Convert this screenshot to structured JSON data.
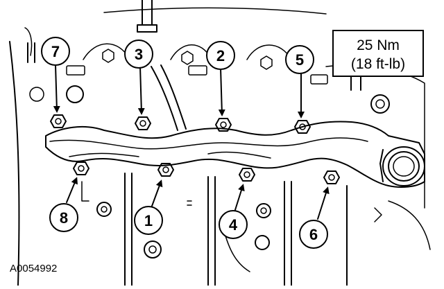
{
  "torque_spec": {
    "metric": "25 Nm",
    "imperial": "(18 ft-lb)"
  },
  "figure_id": "A0054992",
  "callouts": [
    {
      "id": "7",
      "label": "7"
    },
    {
      "id": "3",
      "label": "3"
    },
    {
      "id": "2",
      "label": "2"
    },
    {
      "id": "5",
      "label": "5"
    },
    {
      "id": "8",
      "label": "8"
    },
    {
      "id": "1",
      "label": "1"
    },
    {
      "id": "4",
      "label": "4"
    },
    {
      "id": "6",
      "label": "6"
    }
  ],
  "tightening_sequence": [
    "1",
    "2",
    "3",
    "4",
    "5",
    "6",
    "7",
    "8"
  ]
}
